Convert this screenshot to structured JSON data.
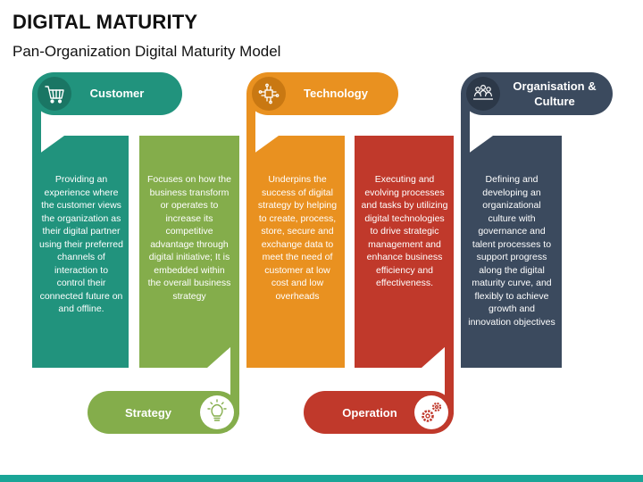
{
  "title": "DIGITAL MATURITY",
  "subtitle": "Pan-Organization Digital Maturity Model",
  "stages": [
    {
      "label": "Customer",
      "icon": "shopping-cart-icon",
      "color": "#21937d",
      "description": "Providing an experience where the customer views the organization as their digital partner using their preferred channels of interaction to control their connected future on and offline."
    },
    {
      "label": "Strategy",
      "icon": "lightbulb-icon",
      "color": "#84ad4b",
      "description": "Focuses on how the business transform or operates to increase its competitive advantage through digital initiative; It is embedded within the overall business strategy"
    },
    {
      "label": "Technology",
      "icon": "circuit-icon",
      "color": "#e99120",
      "description": "Underpins the success of digital strategy by helping to create, process, store, secure and exchange data to meet the need of customer at low cost and low overheads"
    },
    {
      "label": "Operation",
      "icon": "gears-icon",
      "color": "#c0392b",
      "description": "Executing and evolving processes and tasks by utilizing digital technologies to drive strategic management and enhance business efficiency and effectiveness."
    },
    {
      "label": "Organisation & Culture",
      "icon": "team-icon",
      "color": "#3b4a5e",
      "description": "Defining and developing an organizational culture with governance and talent processes to support progress along the digital maturity curve, and flexibly to achieve growth and innovation objectives"
    }
  ]
}
